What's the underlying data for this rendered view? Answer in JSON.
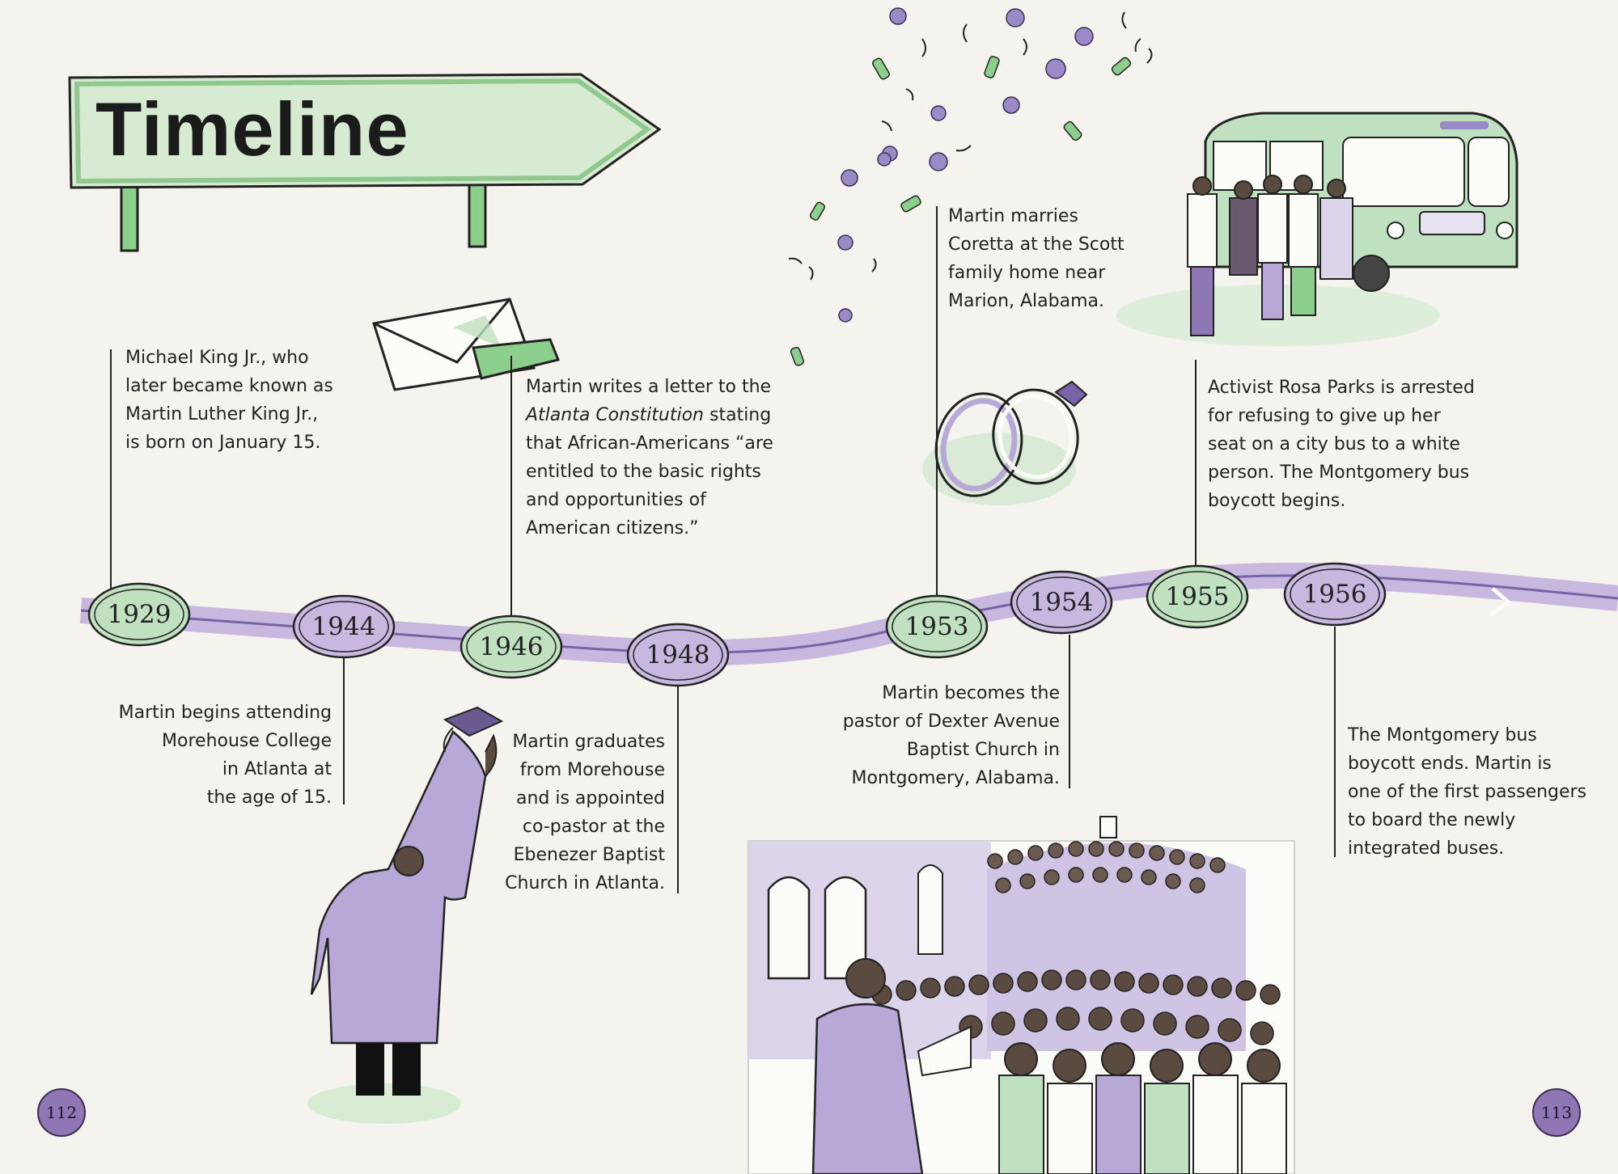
{
  "title": "Timeline",
  "colors": {
    "green": "#a8d4a8",
    "purple": "#b8a8d8",
    "track": "#c8b8e0",
    "ink": "#222222"
  },
  "events": [
    {
      "year": "1929",
      "text": [
        "Michael King Jr., who",
        "later became known as",
        "Martin Luther King Jr.,",
        "is born on January 15."
      ]
    },
    {
      "year": "1944",
      "text": [
        "Martin begins attending",
        "Morehouse College",
        "in Atlanta at",
        "the age of 15."
      ]
    },
    {
      "year": "1946",
      "text": [
        "Martin writes a letter to the",
        "Atlanta Constitution stating",
        "that African-Americans “are",
        "entitled to the basic rights",
        "and opportunities of",
        "American citizens.”"
      ],
      "italic": "Atlanta Constitution"
    },
    {
      "year": "1948",
      "text": [
        "Martin graduates",
        "from Morehouse",
        "and is appointed",
        "co-pastor at the",
        "Ebenezer Baptist",
        "Church in Atlanta."
      ]
    },
    {
      "year": "1953",
      "text": [
        "Martin marries",
        "Coretta at the Scott",
        "family home near",
        "Marion, Alabama."
      ]
    },
    {
      "year": "1954",
      "text": [
        "Martin becomes the",
        "pastor of Dexter Avenue",
        "Baptist Church in",
        "Montgomery, Alabama."
      ]
    },
    {
      "year": "1955",
      "text": [
        "Activist Rosa Parks is arrested",
        "for refusing to give up her",
        "seat on a city bus to a white",
        "person. The Montgomery bus",
        "boycott begins."
      ]
    },
    {
      "year": "1956",
      "text": [
        "The Montgomery bus",
        "boycott ends. Martin is",
        "one of the first passengers",
        "to board the newly",
        "integrated buses."
      ]
    }
  ],
  "page_left": "112",
  "page_right": "113",
  "illustrations": [
    "signpost",
    "envelope",
    "confetti",
    "wedding-rings",
    "bus-with-people",
    "graduate",
    "church-congregation"
  ]
}
